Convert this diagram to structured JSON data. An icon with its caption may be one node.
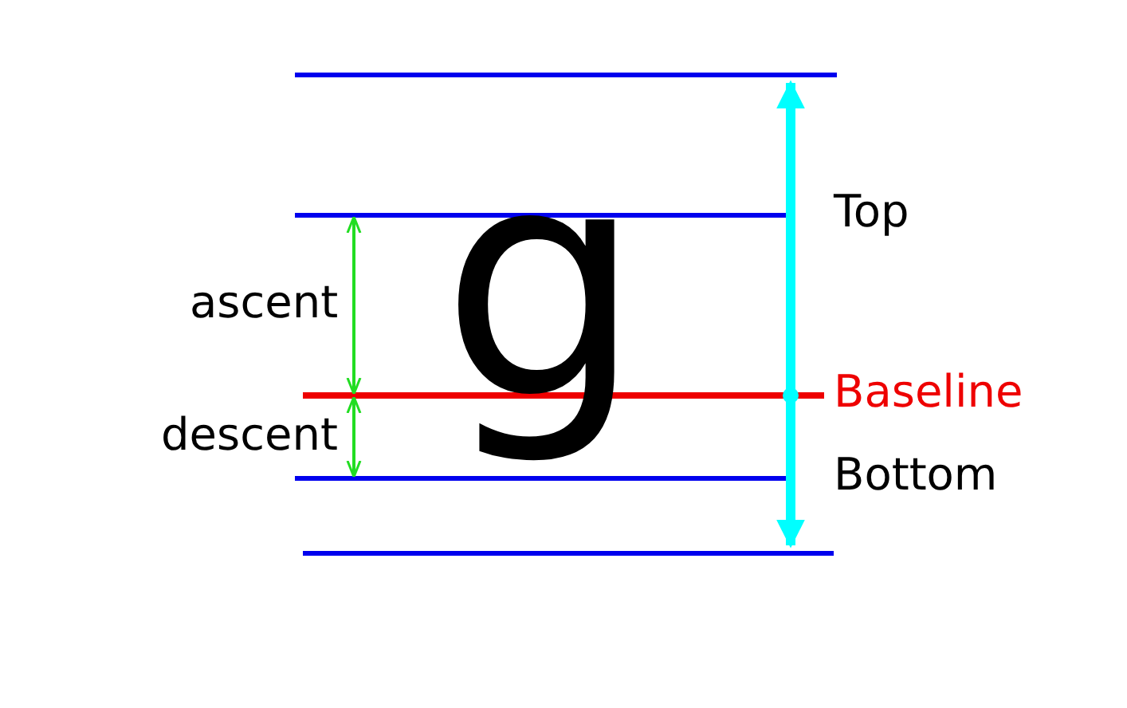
{
  "diagram": {
    "labels": [
      "g",
      "ascent",
      "descent",
      "Top",
      "Baseline",
      "Bottom"
    ]
  }
}
